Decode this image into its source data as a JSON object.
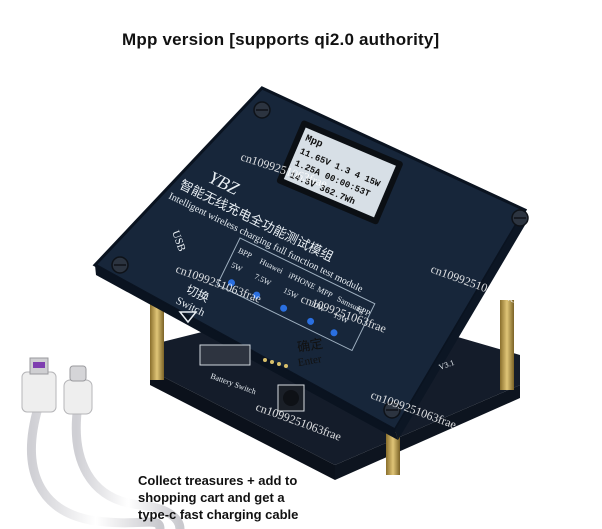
{
  "headline": "Mpp version [supports qi2.0 authority]",
  "caption_lines": [
    "Collect treasures + add to",
    "shopping cart and get a",
    "type-c fast charging cable"
  ],
  "board": {
    "title_cn": "智能无线充电全功能测试模组",
    "title_en": "Intelligent wireless charging full function test module",
    "brand": "YBZ",
    "usb_label": "USB",
    "switch_cn": "切换",
    "switch_en": "Switch",
    "enter_cn": "确定",
    "enter_en": "Enter",
    "mode_labels": [
      "BPP",
      "Huawei",
      "iPHONE",
      "MPP",
      "Samsung",
      "EPP"
    ],
    "power_labels": [
      "5W",
      "7.5W",
      "15W",
      "10W",
      "15W"
    ],
    "version": "V3.1",
    "port_label": "Battery Switch"
  },
  "screen": {
    "title": "Mpp",
    "lines": [
      "11.65V 1.3 4 15W",
      "1.25A 00:00:53T",
      "14.5V 362.7Wh"
    ]
  },
  "watermark": "cn1099251063frae",
  "colors": {
    "board": "#17263a",
    "board_edge": "#0a1320",
    "screen_bg": "#d7dfe6",
    "brass": "#b89a4a",
    "cable": "#e9e9ec",
    "usb_purple": "#7f3fb0"
  }
}
